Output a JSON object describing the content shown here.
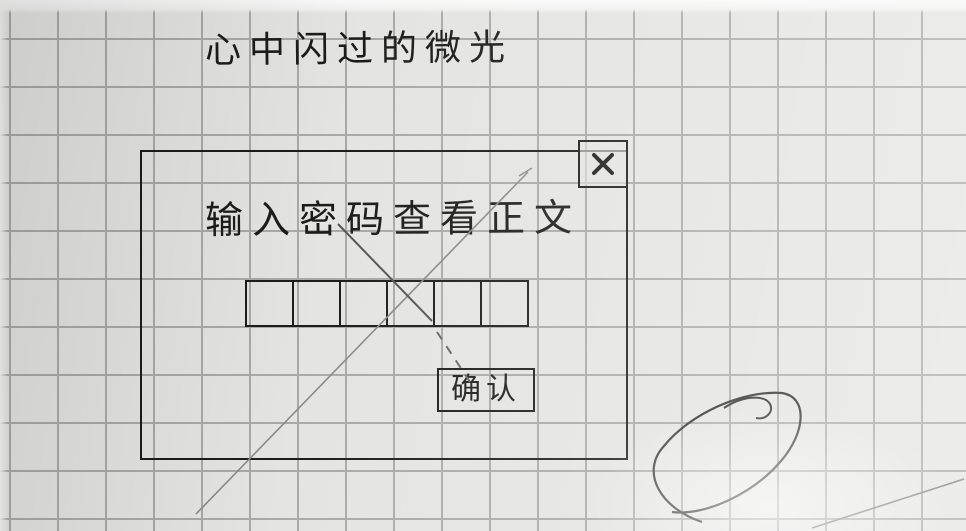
{
  "page": {
    "title": "心中闪过的微光"
  },
  "dialog": {
    "prompt": "输入密码查看正文",
    "close_icon": "close-icon",
    "password": {
      "slot_count": 6,
      "value": ""
    },
    "confirm_label": "确认"
  },
  "colors": {
    "paper": "#e4e4e2",
    "grid": "#a9a9a7",
    "ink": "#1c1c1c",
    "pencil": "#8a8a88"
  }
}
